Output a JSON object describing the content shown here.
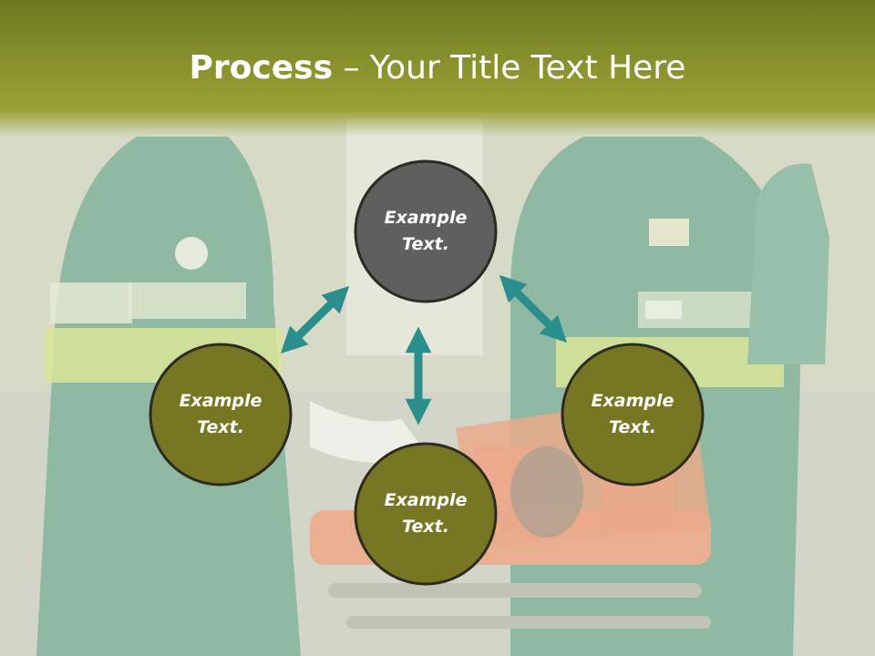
{
  "title": {
    "bold": "Process",
    "separator": " – ",
    "rest": "Your Title Text Here"
  },
  "nodes": [
    {
      "id": "top",
      "label": "Example\nText.",
      "fill": "#5f5f5f"
    },
    {
      "id": "left",
      "label": "Example\nText.",
      "fill": "#777622"
    },
    {
      "id": "right",
      "label": "Example\nText.",
      "fill": "#777622"
    },
    {
      "id": "bottom",
      "label": "Example\nText.",
      "fill": "#777622"
    }
  ],
  "colors": {
    "header": "#868e2c",
    "arrow": "#2a8f8c",
    "circle_stroke": "#2b2b22",
    "uniform": "#2f7d62",
    "stripe": "#cde23a",
    "stretcher": "#e0602f"
  },
  "background": "paramedics-attending-patient-on-stretcher-photo"
}
